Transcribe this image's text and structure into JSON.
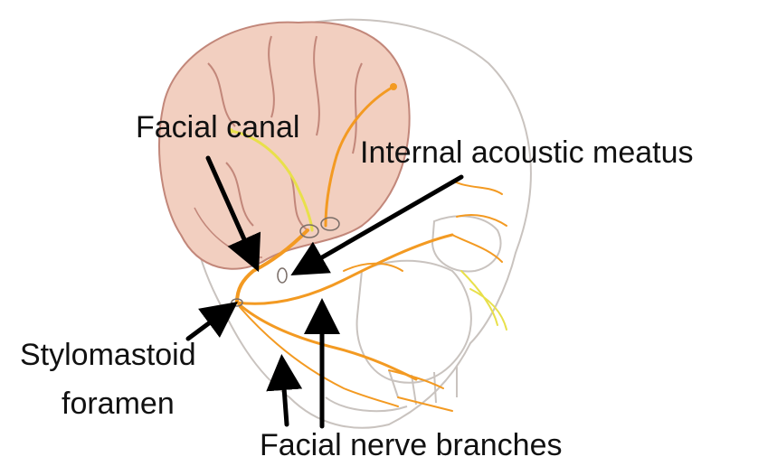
{
  "labels": {
    "facial_canal": "Facial canal",
    "internal_acoustic_meatus": "Internal acoustic meatus",
    "stylomastoid_line1": "Stylomastoid",
    "stylomastoid_line2": "foramen",
    "facial_nerve_branches": "Facial nerve branches"
  },
  "colors": {
    "skull_outline": "#c9c3bf",
    "brain_fill": "#f2cfc0",
    "brain_outline": "#c2877a",
    "nerve_orange": "#f39a22",
    "nerve_yellow": "#e8e04a",
    "arrow": "#000000",
    "text": "#111111"
  }
}
